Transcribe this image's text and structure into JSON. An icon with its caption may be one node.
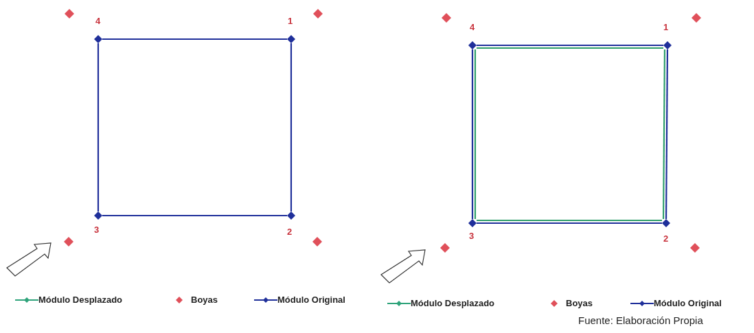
{
  "diagram": {
    "caption": "Fuente: Elaboración Propia",
    "nodes": [
      {
        "text": [],
        "shape": "diamond",
        "beside": [
          "4"
        ]
      },
      {
        "text": [],
        "shape": "diamond",
        "beside": [
          "1"
        ]
      },
      {
        "text": [],
        "shape": "diamond",
        "beside": [
          "3"
        ]
      },
      {
        "text": [],
        "shape": "diamond",
        "beside": [
          "2"
        ]
      },
      {
        "text": [],
        "shape": "diamond",
        "beside": [
          "4"
        ]
      },
      {
        "text": [],
        "shape": "diamond",
        "beside": [
          "1"
        ]
      },
      {
        "text": [],
        "shape": "diamond",
        "beside": [
          "3"
        ]
      },
      {
        "text": [],
        "shape": "diamond",
        "beside": [
          "2"
        ]
      }
    ],
    "edges": [
      {
        "from": 0,
        "to": 1,
        "arrow": "none"
      },
      {
        "from": 1,
        "to": 3,
        "arrow": "none"
      },
      {
        "from": 3,
        "to": 2,
        "arrow": "none"
      },
      {
        "from": 2,
        "to": 0,
        "arrow": "none"
      },
      {
        "from": 4,
        "to": 5,
        "arrow": "none",
        "color": "#2e9e6a"
      },
      {
        "from": 5,
        "to": 7,
        "arrow": "none",
        "color": "#2e9e6a"
      },
      {
        "from": 7,
        "to": 6,
        "arrow": "none",
        "color": "#2e9e6a"
      },
      {
        "from": 6,
        "to": 4,
        "arrow": "none",
        "color": "#2e9e6a"
      },
      {
        "from": 4,
        "to": 5,
        "arrow": "none"
      },
      {
        "from": 5,
        "to": 7,
        "arrow": "none"
      },
      {
        "from": 7,
        "to": 6,
        "arrow": "none"
      },
      {
        "from": 6,
        "to": 4,
        "arrow": "none"
      }
    ],
    "legend": [
      {
        "text": "Módulo Desplazado"
      },
      {
        "text": "Boyas"
      },
      {
        "text": "Módulo Original"
      },
      {
        "text": "Módulo Desplazado"
      },
      {
        "text": "Boyas"
      },
      {
        "text": "Módulo Original"
      }
    ]
  }
}
